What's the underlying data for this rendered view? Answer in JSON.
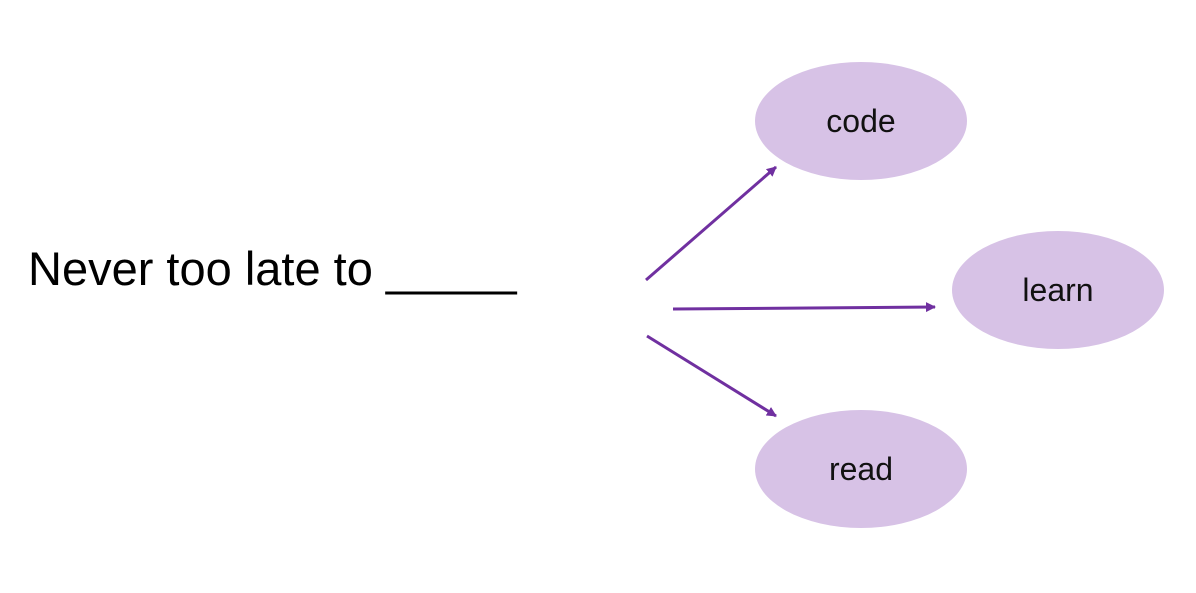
{
  "prompt": {
    "text": "Never too late to _____"
  },
  "options": [
    {
      "label": "code"
    },
    {
      "label": "learn"
    },
    {
      "label": "read"
    }
  ],
  "colors": {
    "node_fill": "#d7c2e6",
    "arrow": "#7030a0",
    "text": "#000000"
  }
}
